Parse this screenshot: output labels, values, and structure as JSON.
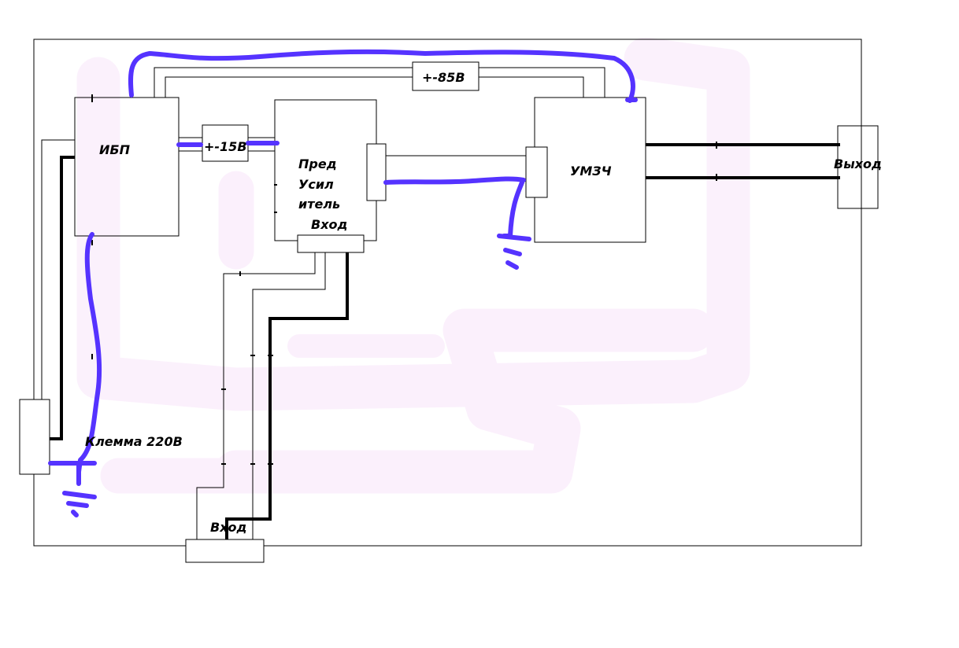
{
  "labels": {
    "psu": "ИБП",
    "rail_15": "+-15В",
    "rail_85": "+-85В",
    "preamp_line1": "Пред",
    "preamp_line2": "Усил",
    "preamp_line3": "итель",
    "preamp_input": "Вход",
    "amp": "УМЗЧ",
    "output": "Выход",
    "terminal": "Клемма 220В",
    "main_input": "Вход"
  },
  "colors": {
    "ground_wire": "#5533ff",
    "signal_wire": "#000000",
    "highlight": "#fbeffc"
  }
}
